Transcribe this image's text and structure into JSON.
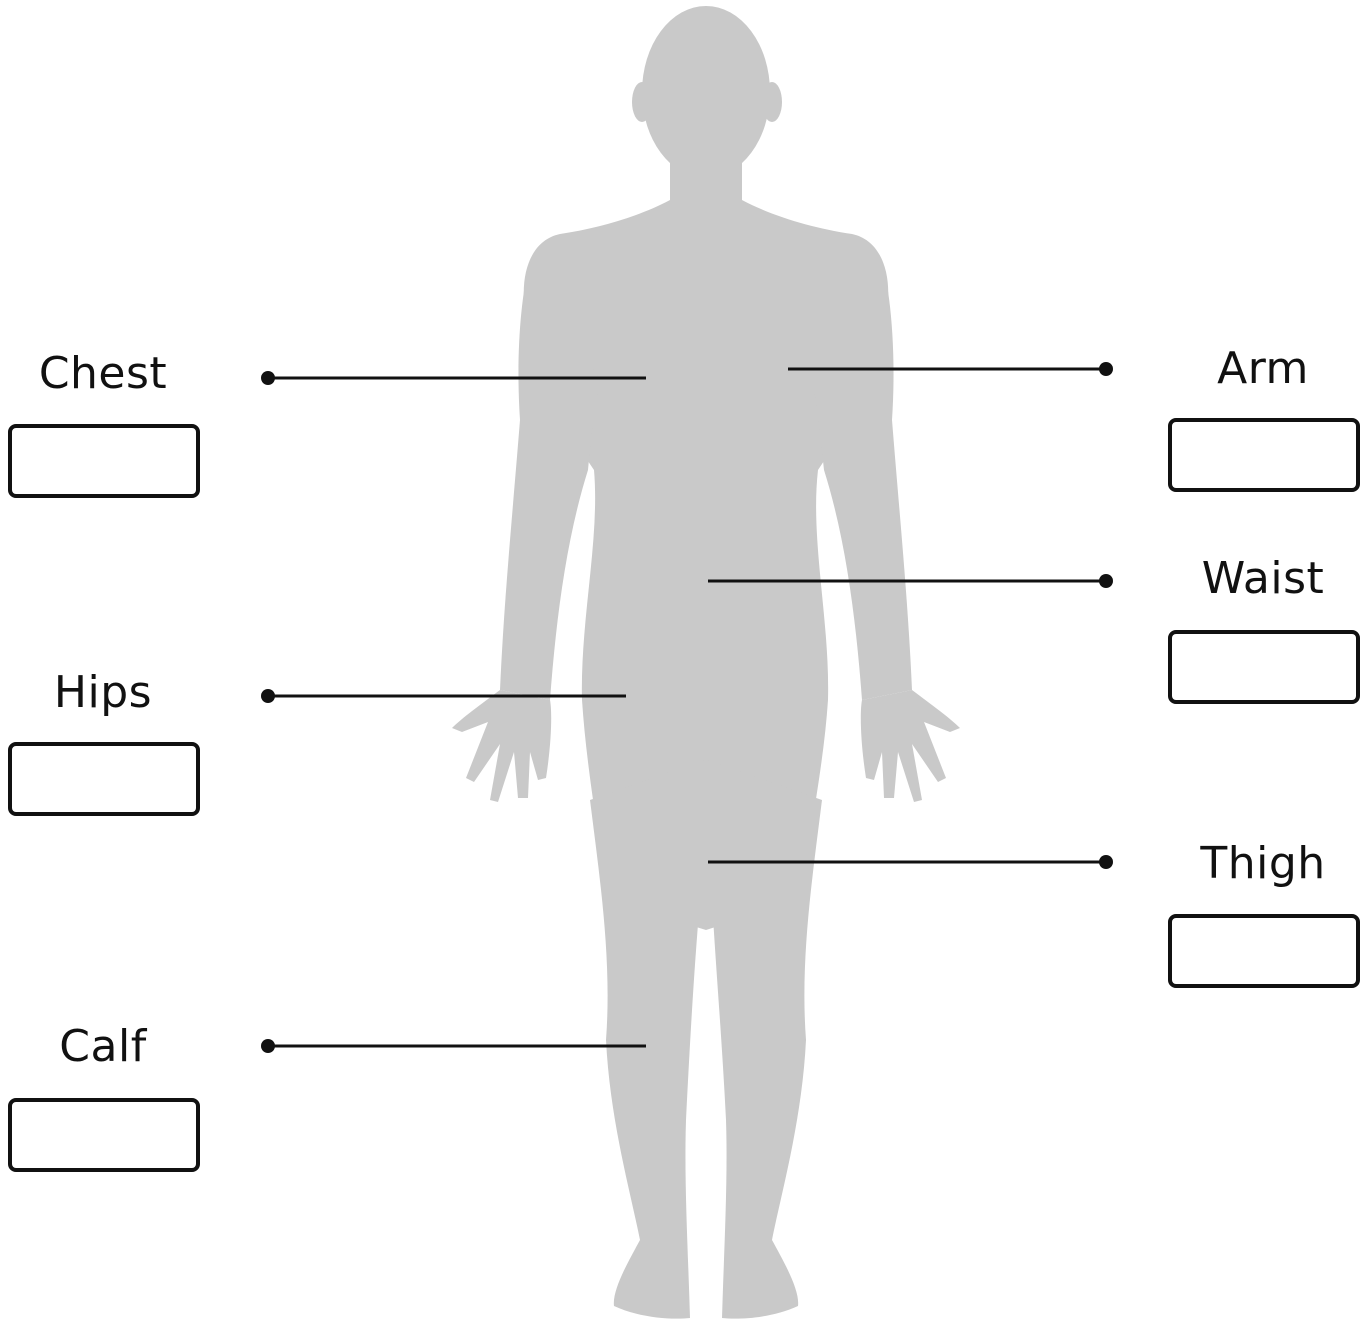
{
  "colors": {
    "silhouette": "#c9c9c9",
    "line": "#111111",
    "box_border": "#111111"
  },
  "labels": {
    "chest": "Chest",
    "hips": "Hips",
    "calf": "Calf",
    "arm": "Arm",
    "waist": "Waist",
    "thigh": "Thigh"
  },
  "inputs": {
    "chest": "",
    "hips": "",
    "calf": "",
    "arm": "",
    "waist": "",
    "thigh": ""
  }
}
